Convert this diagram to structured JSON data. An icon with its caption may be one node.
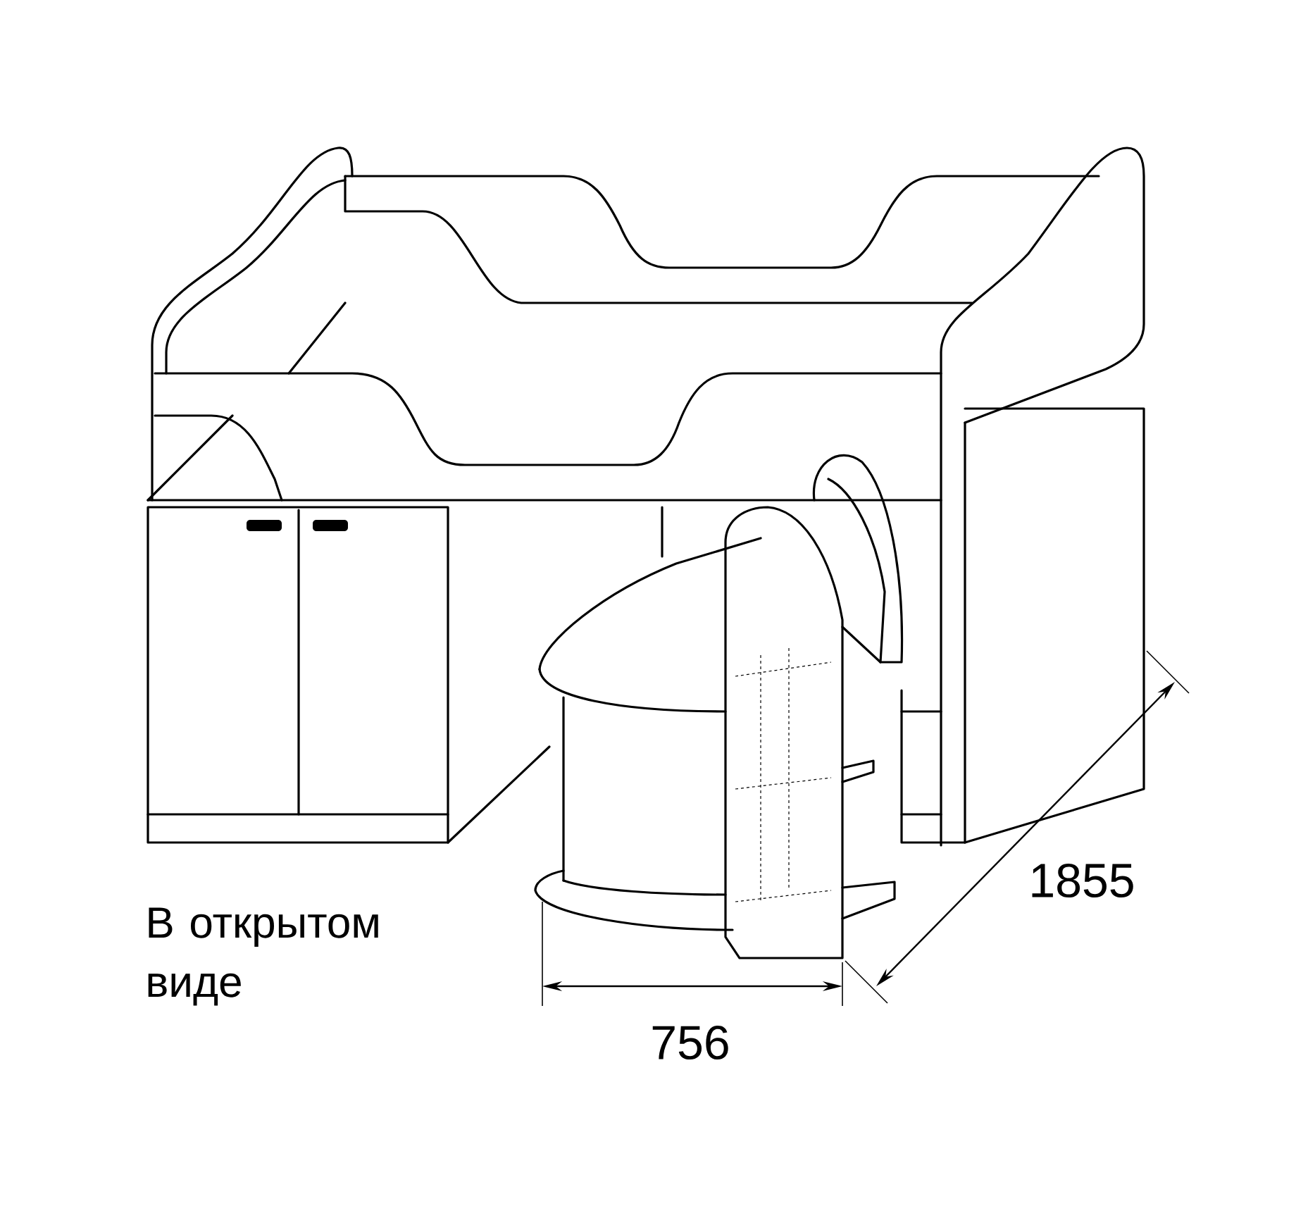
{
  "diagram": {
    "labels": [
      "В открытом виде",
      "756",
      "1855"
    ]
  }
}
